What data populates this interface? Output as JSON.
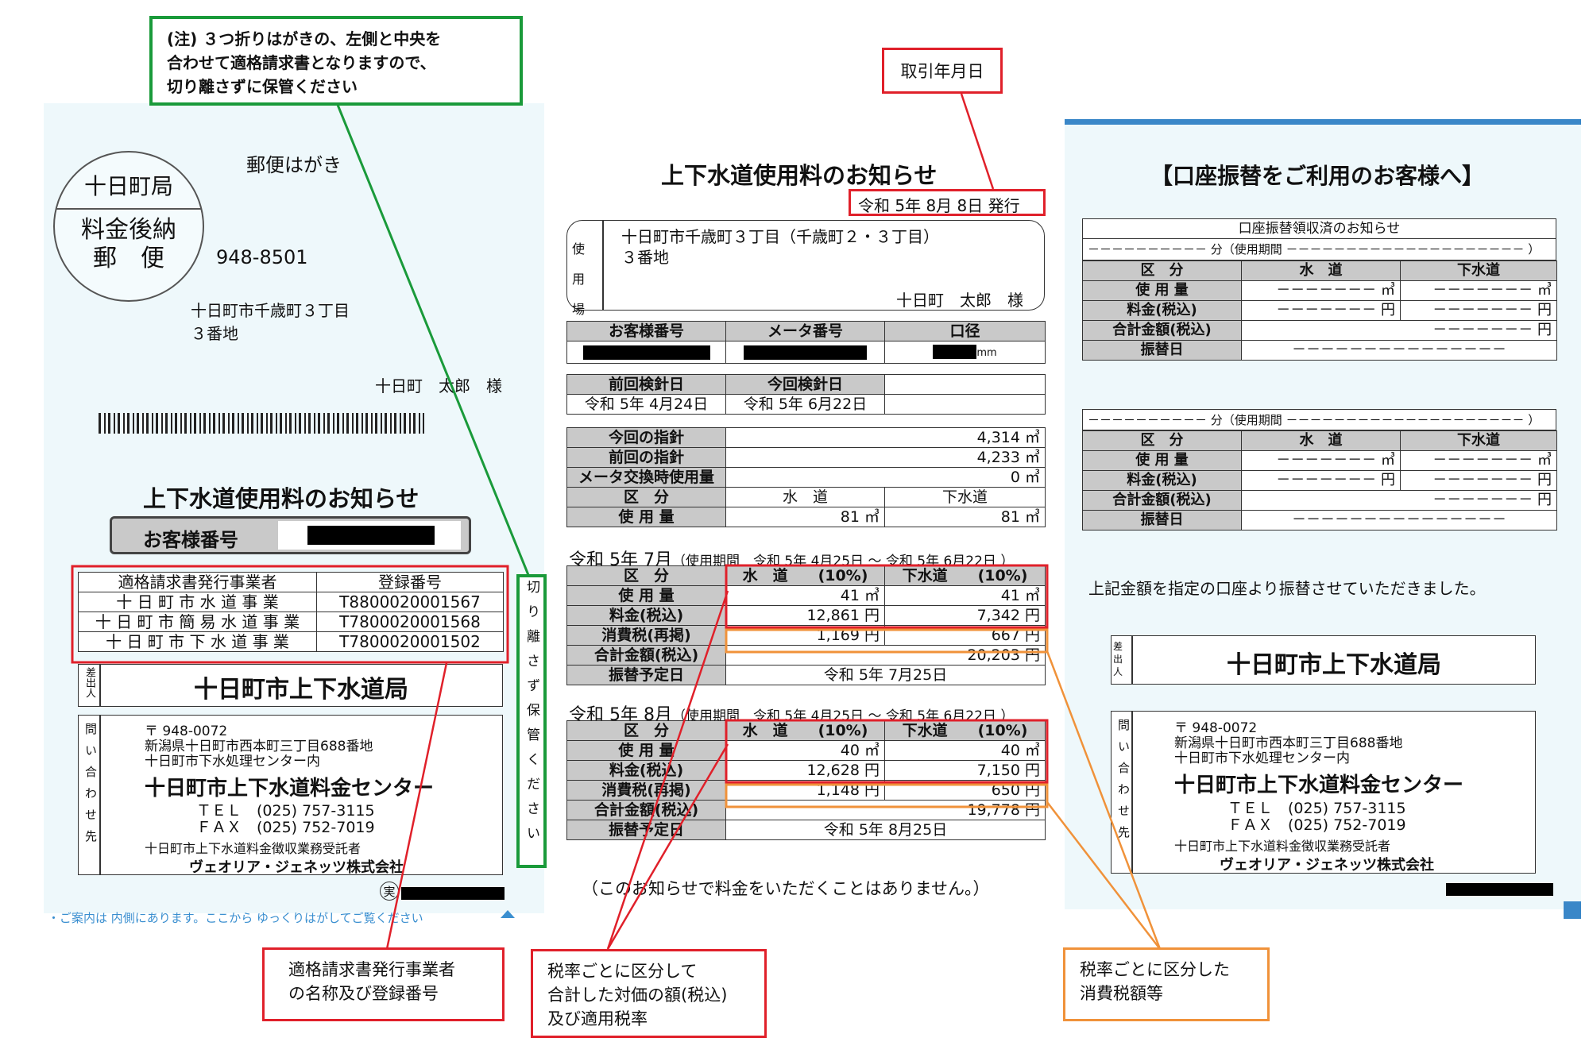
{
  "left": {
    "post_office": "十日町局",
    "postage_mark": "料金後納\n郵　便",
    "postcard_label": "郵便はがき",
    "postal_code": "948-8501",
    "address_line1": "十日町市千歳町３丁目",
    "address_line2": "３番地",
    "recipient": "十日町　太郎　様",
    "notice_title": "上下水道使用料のお知らせ",
    "customer_number_label": "お客様番号",
    "issuer_table": {
      "headers": [
        "適格請求書発行事業者",
        "登録番号"
      ],
      "rows": [
        [
          "十 日 町 市 水 道 事 業",
          "T8800020001567"
        ],
        [
          "十 日 町 市 簡 易 水 道 事 業",
          "T7800020001568"
        ],
        [
          "十 日 町 市 下 水 道 事 業",
          "T7800020001502"
        ]
      ]
    },
    "sender_label": "差出人",
    "sender_name": "十日町市上下水道局",
    "inquiry_label": "問い合わせ先",
    "inquiry_postal": "〒 948-0072",
    "inquiry_addr1": "新潟県十日町市西本町三丁目688番地",
    "inquiry_addr2": "十日町市下水処理センター内",
    "inquiry_center": "十日町市上下水道料金センター",
    "tel": "ＴＥＬ　(025) 757-3115",
    "fax": "ＦＡＸ　(025) 752-7019",
    "contractor_label": "十日町市上下水道料金徴収業務受託者",
    "contractor_name": "ヴェオリア・ジェネッツ株式会社",
    "jitsu": "実",
    "bottom_note": "・ご案内は 内側にあります。ここから ゆっくりはがしてご覧ください",
    "cut_note": "切り離さず保管ください"
  },
  "center": {
    "title": "上下水道使用料のお知らせ",
    "issue_date": "令和 5年 8月 8日 発行",
    "place_label": "使用場所",
    "place_line1": "十日町市千歳町３丁目（千歳町２・３丁目）",
    "place_line2": "３番地",
    "place_name": "十日町　太郎　様",
    "meter_headers": [
      "お客様番号",
      "メータ番号",
      "口径"
    ],
    "mm": "mm",
    "reading_headers": [
      "前回検針日",
      "今回検針日"
    ],
    "reading_dates": [
      "令和 5年 4月24日",
      "令和 5年 6月22日"
    ],
    "readings": [
      {
        "label": "今回の指針",
        "value": "4,314 ㎥"
      },
      {
        "label": "前回の指針",
        "value": "4,233 ㎥"
      },
      {
        "label": "メータ交換時使用量",
        "value": "0 ㎥"
      }
    ],
    "division_label": "区　分",
    "water": "水　道",
    "sewer": "下水道",
    "usage_label": "使 用 量",
    "usage_water": "81 ㎥",
    "usage_sewer": "81 ㎥",
    "july": {
      "heading": "令和 5年 7月",
      "period": "（使用期間　令和 5年 4月25日 ～ 令和 5年 6月22日 ）",
      "water_head": "水　道　　(10%)",
      "sewer_head": "下水道　　(10%)",
      "rows": [
        {
          "label": "使 用 量",
          "water": "41 ㎥",
          "sewer": "41 ㎥"
        },
        {
          "label": "料金(税込)",
          "water": "12,861 円",
          "sewer": "7,342 円"
        },
        {
          "label": "消費税(再掲)",
          "water": "1,169 円",
          "sewer": "667 円"
        }
      ],
      "total_label": "合計金額(税込)",
      "total": "20,203 円",
      "transfer_label": "振替予定日",
      "transfer_date": "令和 5年 7月25日"
    },
    "august": {
      "heading": "令和 5年 8月",
      "period": "（使用期間　令和 5年 4月25日 ～ 令和 5年 6月22日 ）",
      "water_head": "水　道　　(10%)",
      "sewer_head": "下水道　　(10%)",
      "rows": [
        {
          "label": "使 用 量",
          "water": "40 ㎥",
          "sewer": "40 ㎥"
        },
        {
          "label": "料金(税込)",
          "water": "12,628 円",
          "sewer": "7,150 円"
        },
        {
          "label": "消費税(再掲)",
          "water": "1,148 円",
          "sewer": "650 円"
        }
      ],
      "total_label": "合計金額(税込)",
      "total": "19,778 円",
      "transfer_label": "振替予定日",
      "transfer_date": "令和 5年 8月25日"
    },
    "footer": "（このお知らせで料金をいただくことはありません。）"
  },
  "right": {
    "title": "【口座振替をご利用のお客様へ】",
    "receipt_title": "口座振替領収済のお知らせ",
    "period_line": "－－－－－－－－－－ 分（使用期間 －－－－－－－－－－－－－－－－－－－－ ）",
    "division_label": "区　分",
    "water": "水　道",
    "sewer": "下水道",
    "usage_label": "使 用 量",
    "fee_label": "料金(税込)",
    "total_label": "合計金額(税込)",
    "transfer_label": "振替日",
    "dash_m3": "－－－－－－－ ㎥",
    "dash_yen": "－－－－－－－ 円",
    "dash_long": "－－－－－－－－－－－－－－－",
    "statement": "上記金額を指定の口座より振替させていただきました。",
    "sender_label": "差出人",
    "sender_name": "十日町市上下水道局",
    "inquiry_label": "問い合わせ先",
    "inquiry_postal": "〒 948-0072",
    "inquiry_addr1": "新潟県十日町市西本町三丁目688番地",
    "inquiry_addr2": "十日町市下水処理センター内",
    "inquiry_center": "十日町市上下水道料金センター",
    "tel": "ＴＥＬ　(025) 757-3115",
    "fax": "ＦＡＸ　(025) 752-7019",
    "contractor_label": "十日町市上下水道料金徴収業務受託者",
    "contractor_name": "ヴェオリア・ジェネッツ株式会社"
  },
  "annotations": {
    "note_top": "(注) ３つ折りはがきの、左側と中央を\n合わせて適格請求書となりますので、\n切り離さずに保管ください",
    "note_date": "取引年月日",
    "note_issuer": "適格請求書発行事業者\nの名称及び登録番号",
    "note_rate": "税率ごとに区分して\n合計した対価の額(税込)\n及び適用税率",
    "note_tax": "税率ごとに区分した\n消費税額等"
  },
  "colors": {
    "green": "#1a9a3a",
    "red": "#e0202a",
    "orange": "#f0923a",
    "panel": "#eef8fb",
    "blue_rule": "#3a87c8"
  }
}
